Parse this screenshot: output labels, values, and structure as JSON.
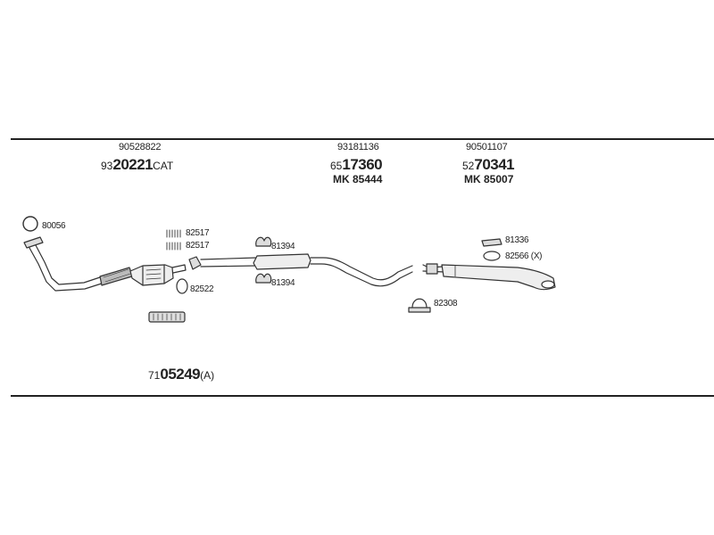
{
  "header": {
    "group1": {
      "part_no": "90528822",
      "prefix": "93",
      "bold": "20221",
      "suffix": "CAT"
    },
    "group2": {
      "part_no": "93181136",
      "prefix": "65",
      "bold": "17360",
      "kit": "MK 85444"
    },
    "group3": {
      "part_no": "90501107",
      "prefix": "52",
      "bold": "70341",
      "kit": "MK 85007"
    }
  },
  "labels": {
    "gasket_front": "80056",
    "clamp_a": "82517",
    "clamp_b": "82517",
    "gasket_mid": "82522",
    "hanger_top": "81394",
    "hanger_bottom": "81394",
    "hanger_rear": "81336",
    "ring_rear": "82566 (X)",
    "clamp_rear": "82308"
  },
  "footer": {
    "prefix": "71",
    "bold": "05249",
    "suffix": "(A)"
  }
}
